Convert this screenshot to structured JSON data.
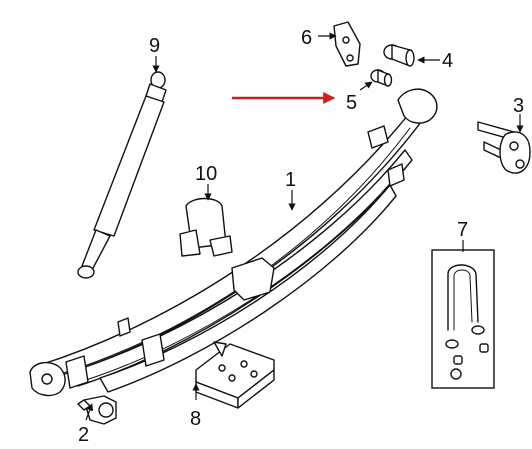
{
  "diagram": {
    "callouts": {
      "leaf_spring": "1",
      "front_bushing": "2",
      "shackle": "3",
      "bolt": "4",
      "bushing": "5",
      "bracket": "6",
      "u_bolt_kit": "7",
      "spring_plate": "8",
      "shock_absorber": "9",
      "bump_stop": "10"
    },
    "colors": {
      "line_art": "#111111",
      "highlight_arrow": "#cc1f1f",
      "background": "#ffffff"
    }
  }
}
